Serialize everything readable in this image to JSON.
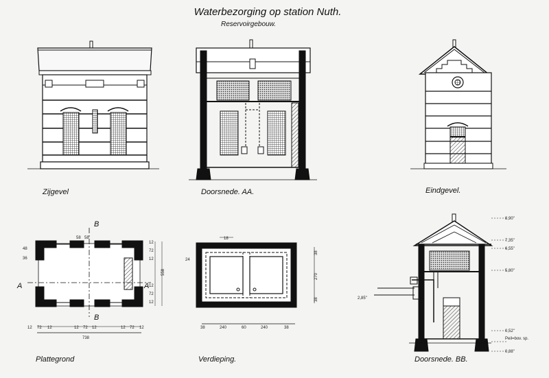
{
  "title": "Waterbezorging op station Nuth.",
  "subtitle": "Reservoirgebouw.",
  "views": {
    "zijgevel": "Zijgevel",
    "doorsnede_aa": "Doorsnede. AA.",
    "eindgevel": "Eindgevel.",
    "plattegrond": "Plattegrond",
    "verdieping": "Verdieping.",
    "doorsnede_bb": "Doorsnede. BB."
  },
  "section_marks": {
    "a_left": "A",
    "a_right": "A",
    "b_top": "B",
    "b_bottom": "B"
  },
  "plan_dims": {
    "top": [
      "58",
      "58"
    ],
    "left": [
      "48",
      "36"
    ],
    "right": [
      "12",
      "72",
      "12",
      "12",
      "72",
      "12"
    ],
    "right_total": "558",
    "bottom": [
      "12",
      "72",
      "12",
      "12",
      "72",
      "12",
      "12",
      "72",
      "12"
    ],
    "total": "738"
  },
  "floor_dims": {
    "top": "18",
    "left": "24",
    "right": [
      "38",
      "270",
      "38"
    ],
    "bottom": [
      "38",
      "240",
      "60",
      "240",
      "38"
    ]
  },
  "levels": [
    "8,90\"",
    "7,35\"",
    "6,55\"",
    "5,80\"",
    "0,52\"",
    "Peil=bov. sp.",
    "0,88\""
  ],
  "side_level": "2,85\""
}
